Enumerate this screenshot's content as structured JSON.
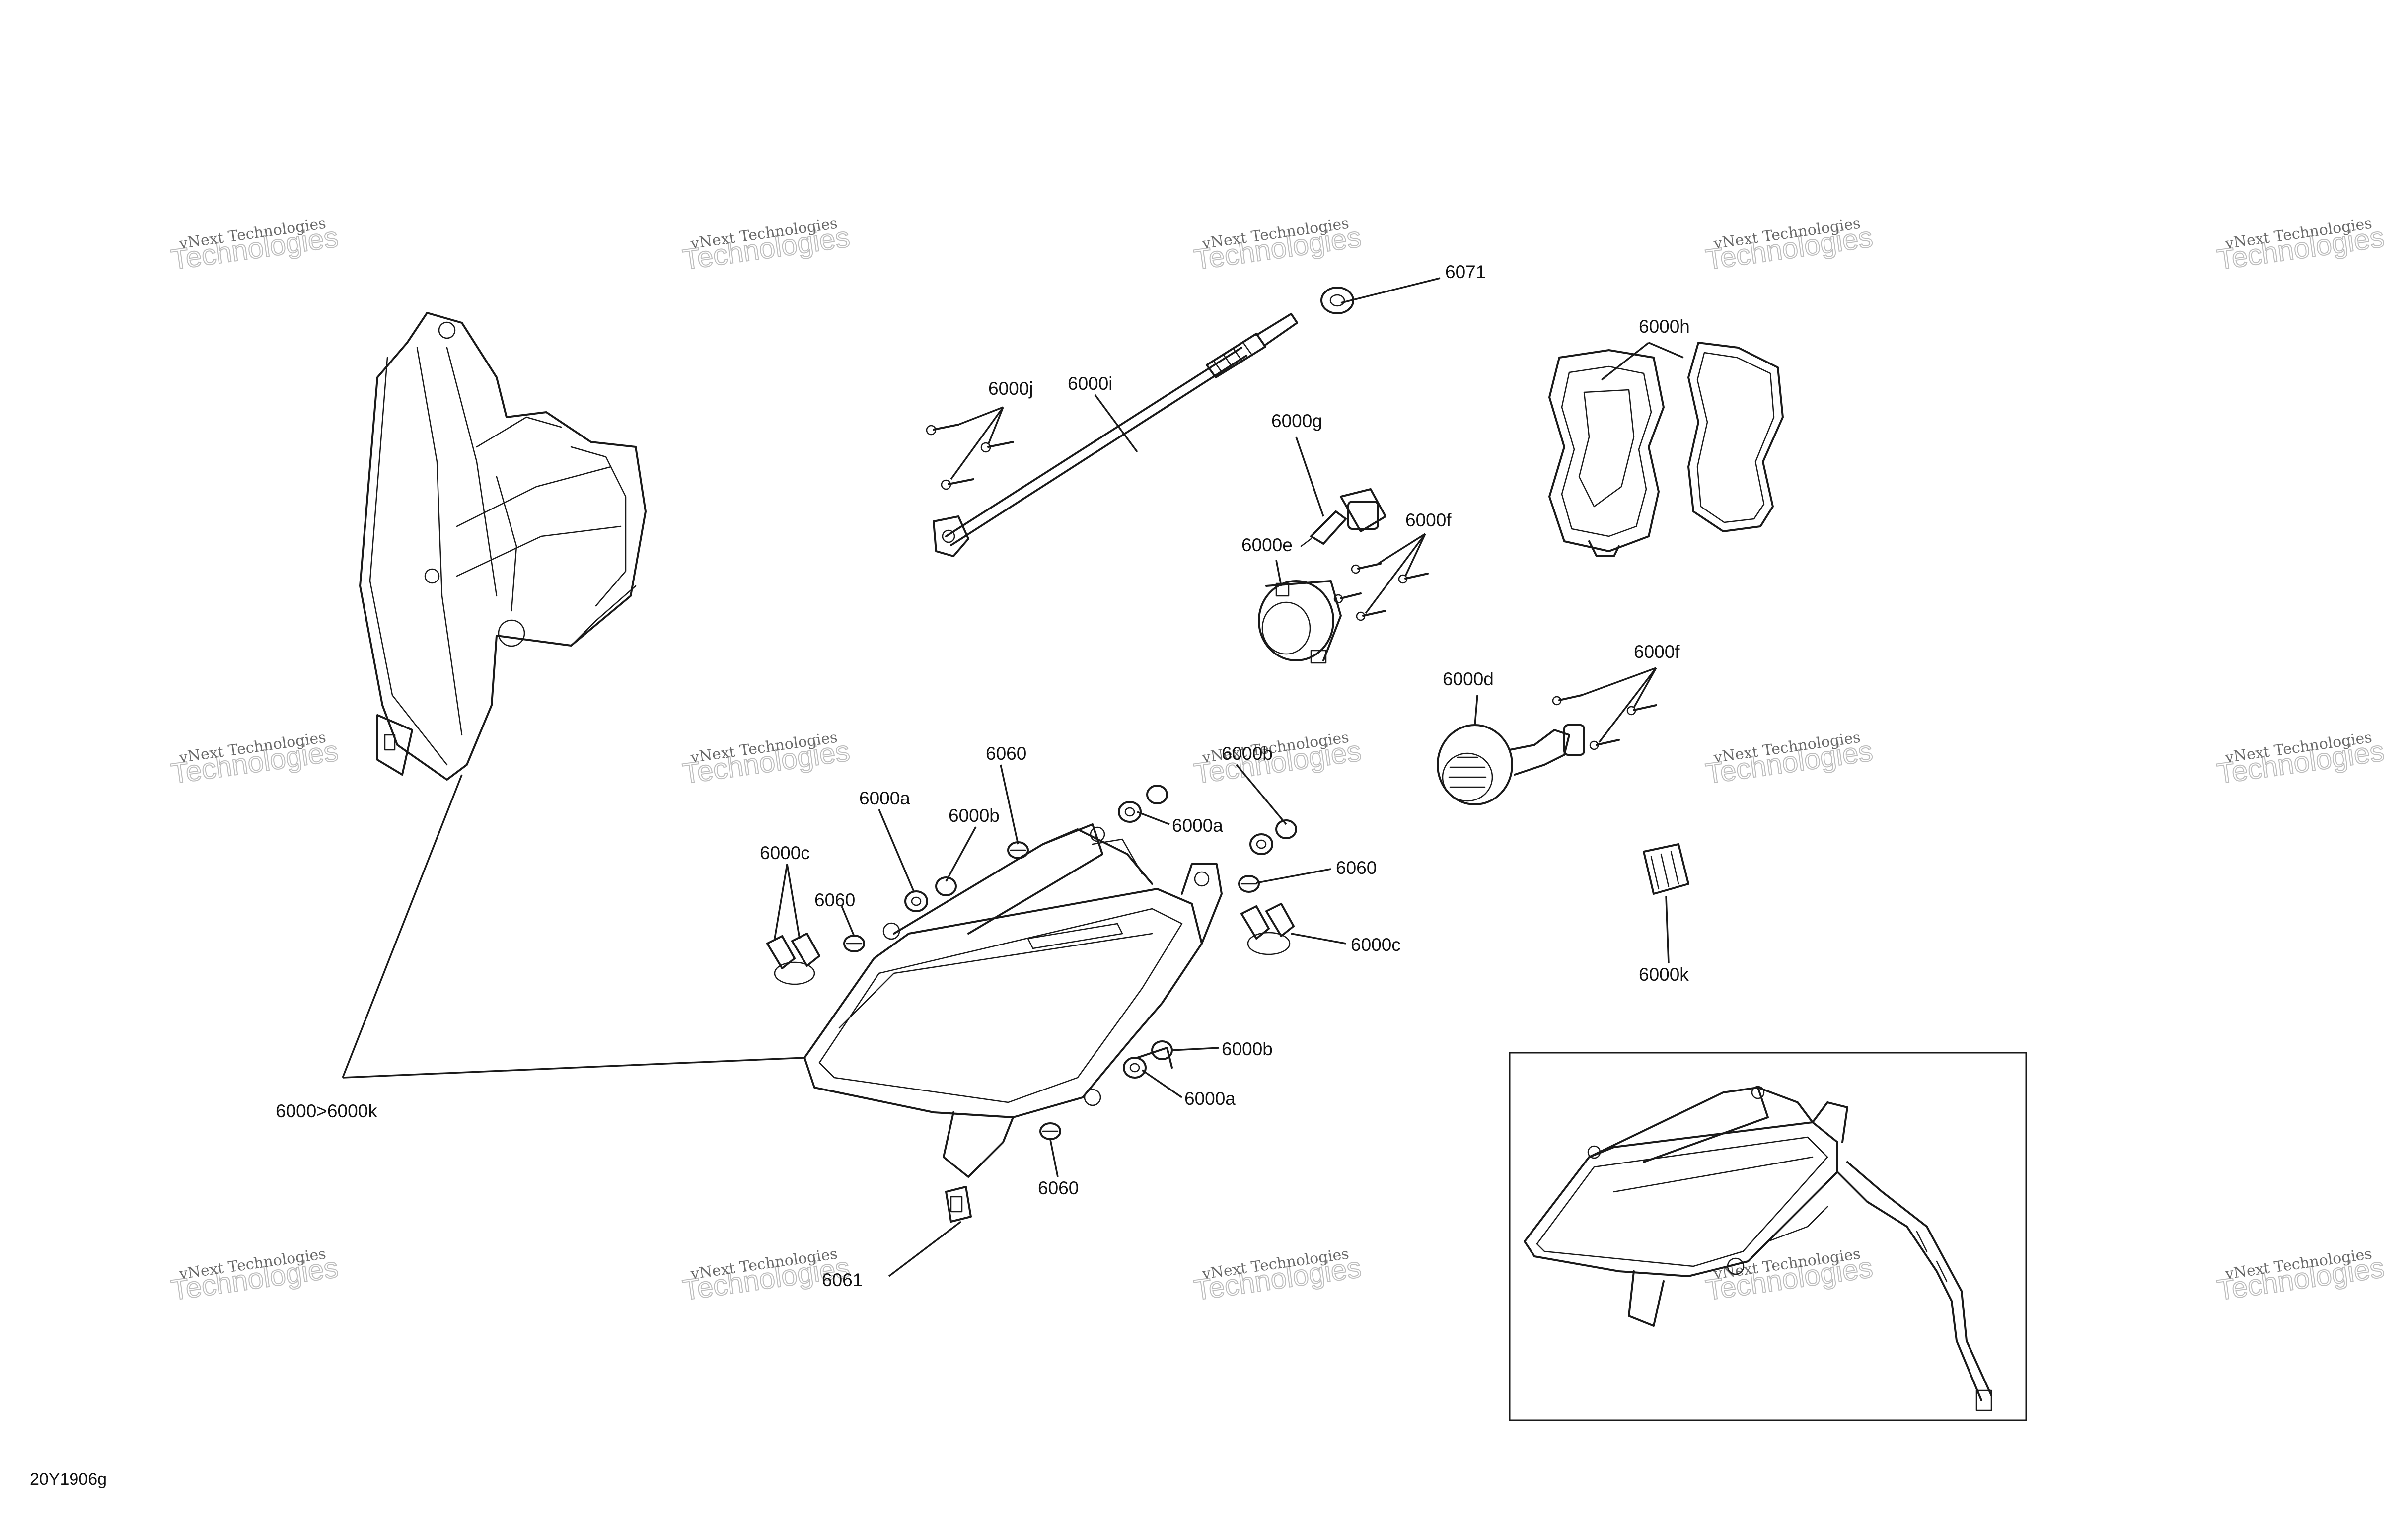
{
  "figure_id": "20Y1906g",
  "watermark": {
    "line1": "vNext Technologies",
    "line2": "Technologies"
  },
  "labels": {
    "l6071": "6071",
    "l6000h": "6000h",
    "l6000j": "6000j",
    "l6000i": "6000i",
    "l6000g": "6000g",
    "l6000f_a": "6000f",
    "l6000e": "6000e",
    "l6000d": "6000d",
    "l6000f_b": "6000f",
    "l6060_a": "6060",
    "l6000b_a": "6000b",
    "l6000a_a": "6000a",
    "l6000b_b": "6000b",
    "l6000a_b": "6000a",
    "l6000c_a": "6000c",
    "l6060_b": "6060",
    "l6060_c": "6060",
    "l6000c_b": "6000c",
    "l6000k": "6000k",
    "l6000b_c": "6000b",
    "l6000a_c": "6000a",
    "l6060_d": "6060",
    "l6061": "6061",
    "l6000range": "6000>6000k"
  }
}
